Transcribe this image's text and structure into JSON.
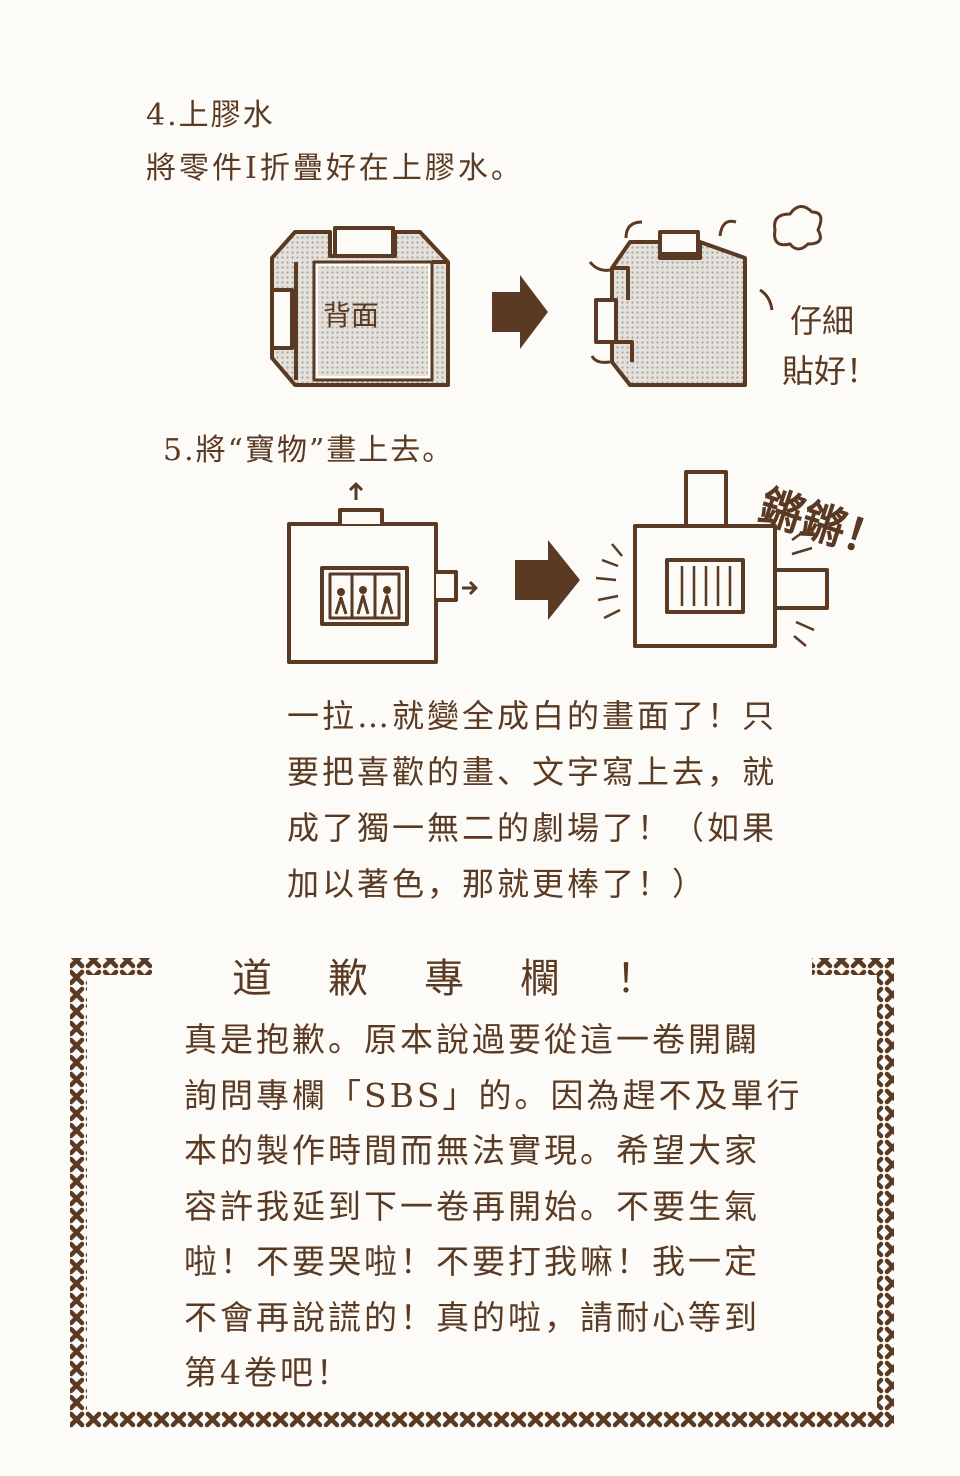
{
  "step4": {
    "title": "4.上膠水",
    "desc": "將零件Ⅰ折疊好在上膠水。",
    "back_label": "背面",
    "note_line1": "仔細",
    "note_line2": "貼好！"
  },
  "step5": {
    "title": "5.將“寶物”畫上去。",
    "sfx": "鏘鏘！",
    "paragraph": [
      "一拉…就變全成白的畫面了！只",
      "要把喜歡的畫、文字寫上去，就",
      "成了獨一無二的劇場了！（如果",
      "加以著色，那就更棒了！）"
    ]
  },
  "apology": {
    "title_chars": [
      "道",
      "歉",
      "專",
      "欄",
      "！"
    ],
    "body": [
      "真是抱歉。原本說過要從這一卷開闢",
      "詢問專欄「SBS」的。因為趕不及單行",
      "本的製作時間而無法實現。希望大家",
      "容許我延到下一卷再開始。不要生氣",
      "啦！不要哭啦！不要打我嘛！我一定",
      "不會再說謊的！真的啦，請耐心等到",
      "第4卷吧！"
    ]
  },
  "colors": {
    "ink": "#5a3a22",
    "paper": "#fcfbf7",
    "screen": "#c9c5c0"
  }
}
